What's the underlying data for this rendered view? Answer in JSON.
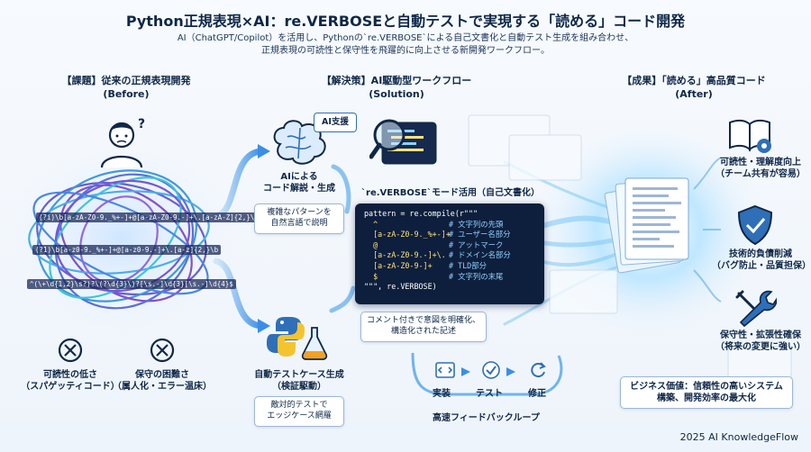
{
  "title": "Python正規表現×AI：re.VERBOSEと自動テストで実現する「読める」コード開発",
  "subtitle": {
    "line1": "AI（ChatGPT/Copilot）を活用し、Pythonの`re.VERBOSE`による自己文書化と自動テスト生成を組み合わせ、",
    "line2": "正規表現の可読性と保守性を飛躍的に向上させる新開発ワークフロー。"
  },
  "before": {
    "heading": "【課題】従来の正規表現開発",
    "heading_en": "(Before)",
    "regex_snippets": [
      "(?i)\\b[a-zA-Z0-9._%+-]+@[a-zA-Z0-9.-]+\\.[a-zA-Z]{2,}\\b",
      "(?1)\\b[a-z0-9._%+-]+@[a-z0-9.-]+\\.[a-z]{2,}\\b",
      "^(\\+\\d{1,2}\\s?)?\\(?\\d{3}\\)?[\\s.-]\\d{3}[\\s.-]\\d{4}$"
    ],
    "issues": [
      {
        "line1": "可読性の低さ",
        "line2": "（スパゲッティコード）",
        "icon": "cross-circle-icon"
      },
      {
        "line1": "保守の困難さ",
        "line2": "（属人化・エラー温床）",
        "icon": "cross-circle-icon"
      }
    ]
  },
  "solution": {
    "heading": "【解決策】AI駆動型ワークフロー",
    "heading_en": "(Solution)",
    "ai_bubble": "AI支援",
    "ai_step": {
      "line1": "AIによる",
      "line2": "コード解説・生成"
    },
    "ai_box": {
      "line1": "複雑なパターンを",
      "line2": "自然言語で説明"
    },
    "verbose_label": "`re.VERBOSE`モード活用（自己文書化）",
    "code": {
      "first": "pattern = re.compile(r\"\"\"",
      "lines": [
        {
          "code": "  ^",
          "comment": "# 文字列の先頭"
        },
        {
          "code": "  [a-zA-Z0-9._%+-]+",
          "comment": "# ユーザー名部分"
        },
        {
          "code": "  @",
          "comment": "# アットマーク"
        },
        {
          "code": "  [a-zA-Z0-9.-]+\\.",
          "comment": "# ドメイン名部分"
        },
        {
          "code": "  [a-zA-Z0-9-]+",
          "comment": "# TLD部分"
        },
        {
          "code": "  $",
          "comment": "# 文字列の末尾"
        }
      ],
      "last": "\"\"\", re.VERBOSE)"
    },
    "code_box": {
      "line1": "コメント付きで意図を明確化、",
      "line2": "構造化された記述"
    },
    "test_step": {
      "line1": "自動テストケース生成",
      "line2": "（検証駆動）"
    },
    "test_box": {
      "line1": "敵対的テストで",
      "line2": "エッジケース網羅"
    },
    "loop": {
      "steps": [
        "実装",
        "テスト",
        "修正"
      ],
      "label": "高速フィードバックループ"
    }
  },
  "after": {
    "heading": "【成果】「読める」高品質コード",
    "heading_en": "(After)",
    "results": [
      {
        "line1": "可読性・理解度向上",
        "line2": "（チーム共有が容易）",
        "icon": "book-eye-icon"
      },
      {
        "line1": "技術的負債削減",
        "line2": "（バグ防止・品質担保）",
        "icon": "shield-check-icon"
      },
      {
        "line1": "保守性・拡張性確保",
        "line2": "（将来の変更に強い）",
        "icon": "wrench-tools-icon"
      }
    ],
    "value_box": {
      "line1": "ビジネス価値：信頼性の高いシステム",
      "line2": "構築、開発効率の最大化"
    }
  },
  "footer": "2025 AI KnowledgeFlow",
  "colors": {
    "navy": "#0f2748",
    "accent": "#2f7fd8",
    "glow": "#8fd8ff",
    "code_bg": "#0e1f3d"
  }
}
